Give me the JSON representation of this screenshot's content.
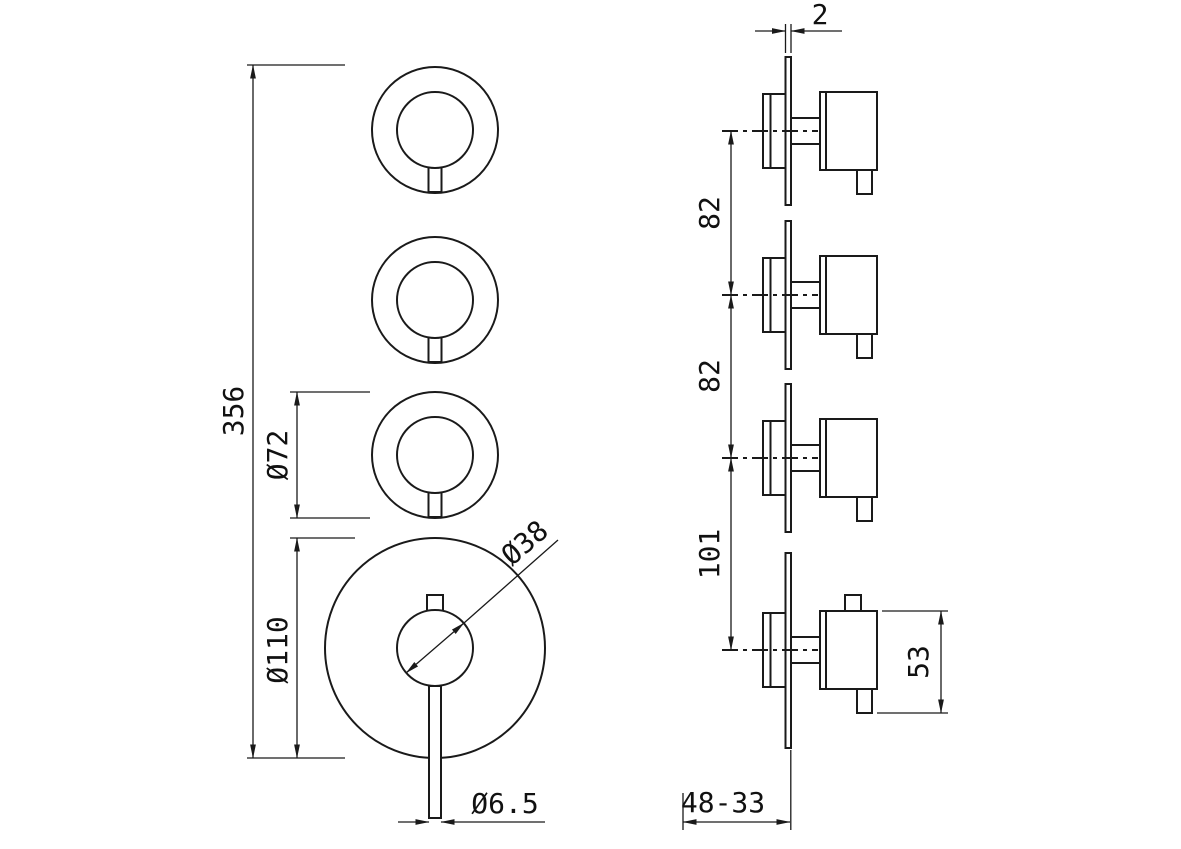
{
  "drawing": {
    "title": "thermostatic-mixer-dimension-drawing",
    "line_color": "#1a1a1a",
    "background": "#ffffff",
    "front_view": {
      "overall_height": "356",
      "small_escutcheon_diameter": "Ø72",
      "large_escutcheon_diameter": "Ø110",
      "knob_diameter": "Ø38",
      "lever_rod_diameter": "Ø6.5"
    },
    "side_view": {
      "plate_thickness": "2",
      "spacing_unit1_unit2": "82",
      "spacing_unit2_unit3": "82",
      "spacing_unit3_unit4": "101",
      "handle_projection": "53",
      "installation_depth_range": "48-33"
    }
  }
}
